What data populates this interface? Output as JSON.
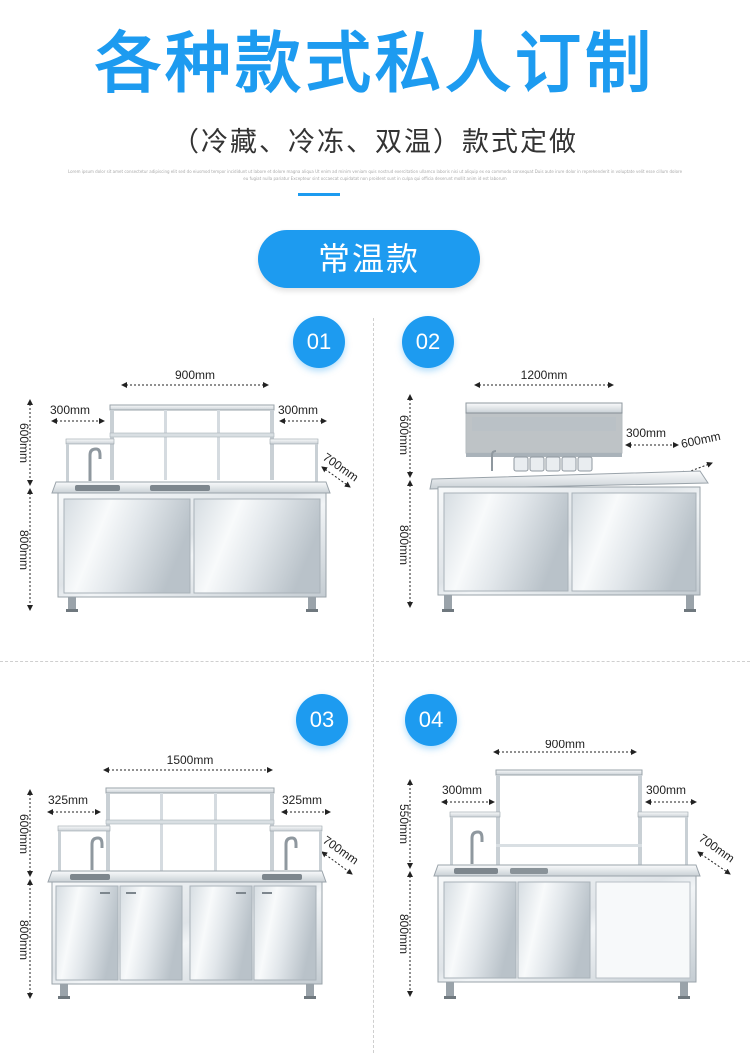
{
  "header": {
    "title": "各种款式私人订制",
    "subtitle": "（冷藏、冷冻、双温）款式定做",
    "fine_print": "Lorem ipsum dolor sit amet consectetur adipiscing elit sed do eiusmod tempor incididunt ut labore et dolore magna aliqua Ut enim ad minim veniam quis nostrud exercitation ullamco laboris nisi ut aliquip ex ea commodo consequat Duis aute irure dolor in reprehenderit in voluptate velit esse cillum dolore eu fugiat nulla pariatur Excepteur sint occaecat cupidatat non proident sunt in culpa qui officia deserunt mollit anim id est laborum"
  },
  "section": {
    "label": "常温款"
  },
  "colors": {
    "accent": "#1d9bf0",
    "steel_light": "#eef1f3",
    "steel_dark": "#a9b2b9"
  },
  "products": [
    {
      "number": "01",
      "width_label": "900mm",
      "left_label": "300mm",
      "right_label": "300mm",
      "depth_label": "700mm",
      "top_height_label": "600mm",
      "base_height_label": "800mm"
    },
    {
      "number": "02",
      "width_label": "1200mm",
      "side_label": "300mm",
      "depth_label": "600mm",
      "top_height_label": "600mm",
      "base_height_label": "800mm"
    },
    {
      "number": "03",
      "width_label": "1500mm",
      "left_label": "325mm",
      "right_label": "325mm",
      "depth_label": "700mm",
      "top_height_label": "600mm",
      "base_height_label": "800mm"
    },
    {
      "number": "04",
      "width_label": "900mm",
      "left_label": "300mm",
      "right_label": "300mm",
      "depth_label": "700mm",
      "top_height_label": "550mm",
      "base_height_label": "800mm"
    }
  ]
}
